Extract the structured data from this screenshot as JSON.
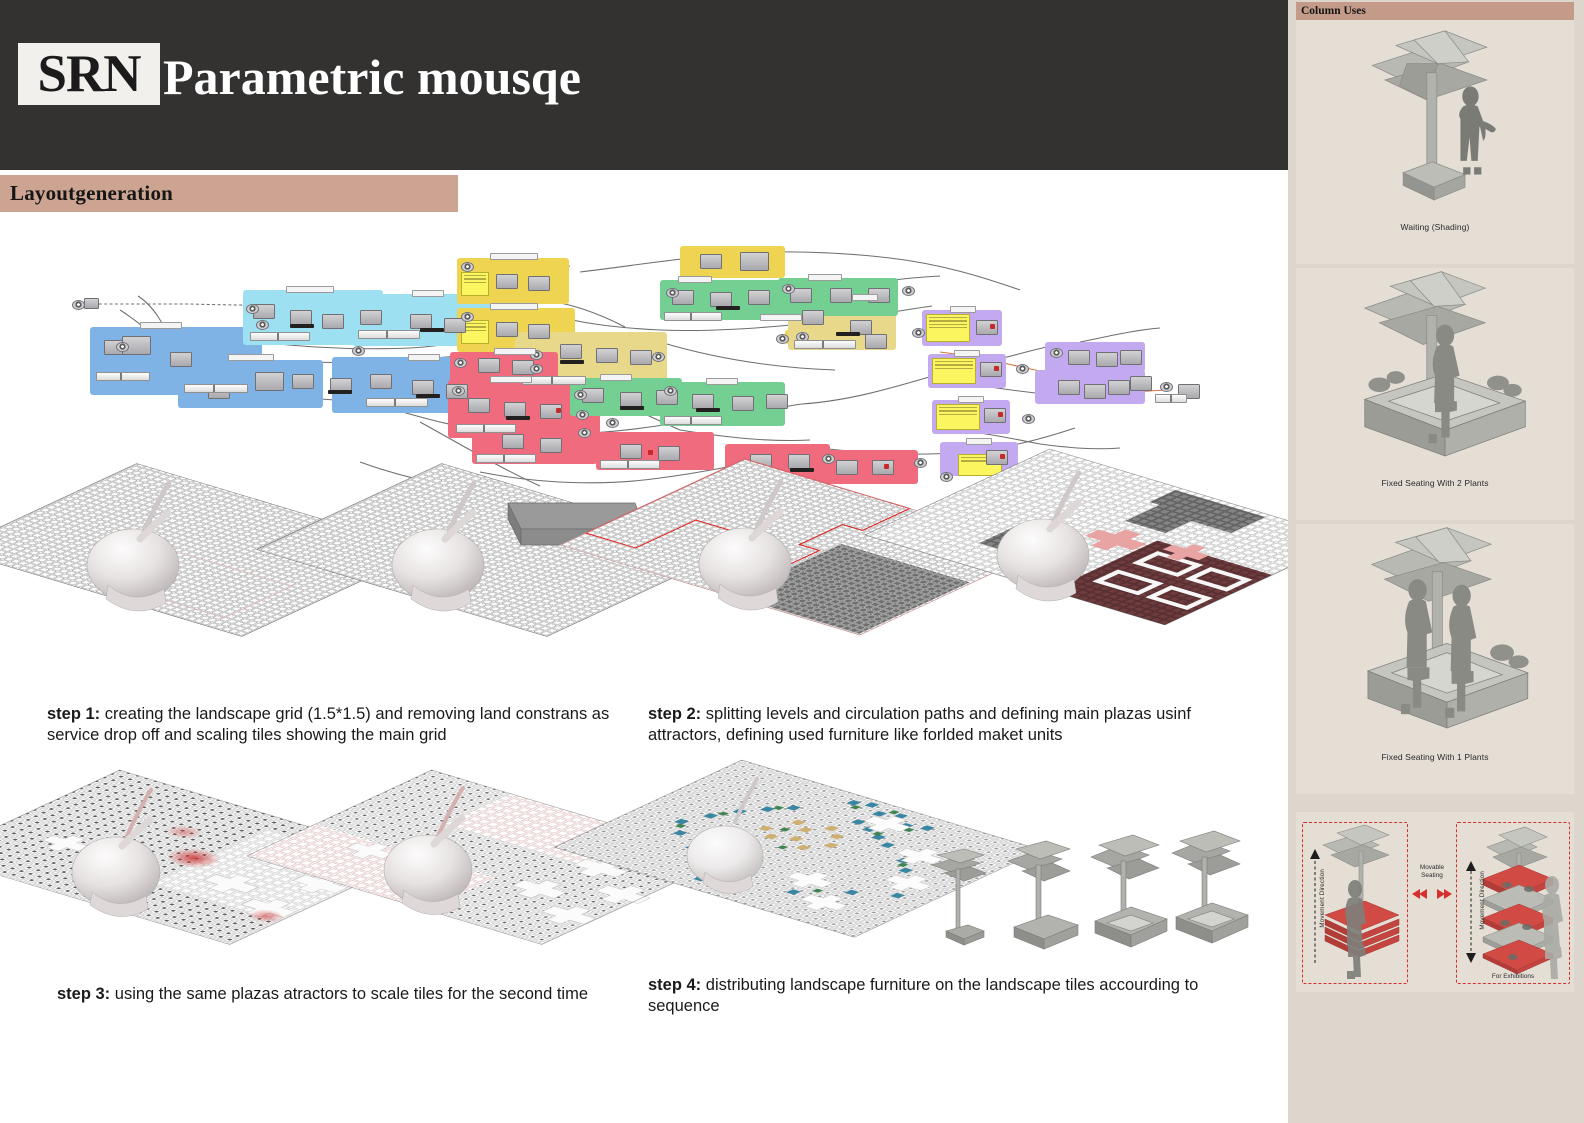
{
  "header": {
    "logo": "SRN",
    "title": "Parametric mousqe",
    "bg_color": "#333231",
    "logo_bg": "#f2f0ec"
  },
  "section": {
    "banner_label": "Layoutgeneration",
    "banner_color": "#cda492"
  },
  "diagram": {
    "name": "grasshopper-definition",
    "group_colors": {
      "blue": "#7fb2e5",
      "cyan": "#9ce0f2",
      "yellow": "#efd451",
      "yellow_soft": "#e8d88a",
      "pink": "#f06b7e",
      "pink_soft": "#f4a9b4",
      "green": "#73d092",
      "purple": "#c3a9ef",
      "panel": "#fbf55f"
    }
  },
  "steps": [
    {
      "key": "step1",
      "label": "step 1:",
      "text": " creating the landscape grid (1.5*1.5) and removing land constrans as service drop off and scaling tiles showing the main grid"
    },
    {
      "key": "step2",
      "label": "step 2:",
      "text": " splitting levels and circulation paths and defining main plazas usinf attractors, defining used furniture like forlded maket units"
    },
    {
      "key": "step3",
      "label": "step 3:",
      "text": " using the same plazas atractors to scale tiles for the second time"
    },
    {
      "key": "step4",
      "label": "step 4:",
      "text": " distributing landscape furniture on the landscape tiles accourding to sequence"
    }
  ],
  "sidebar": {
    "banner_label": "Column Uses",
    "bg_color": "#dcd6cd",
    "banner_color": "#c49b88",
    "cards": [
      {
        "caption": "Waiting (Shading)"
      },
      {
        "caption": "Fixed Seating With  2 Plants"
      },
      {
        "caption": "Fixed Seating With  1 Plants"
      }
    ],
    "comparison": {
      "left_vlabel": "Movement Direction",
      "right_vlabel": "Movement Direction",
      "middle_label": "Movable\nSeating",
      "middle_label_line1": "Movable",
      "middle_label_line2": "Seating",
      "right_caption": "For Exhibitions",
      "outline_color": "#d4302e"
    }
  }
}
